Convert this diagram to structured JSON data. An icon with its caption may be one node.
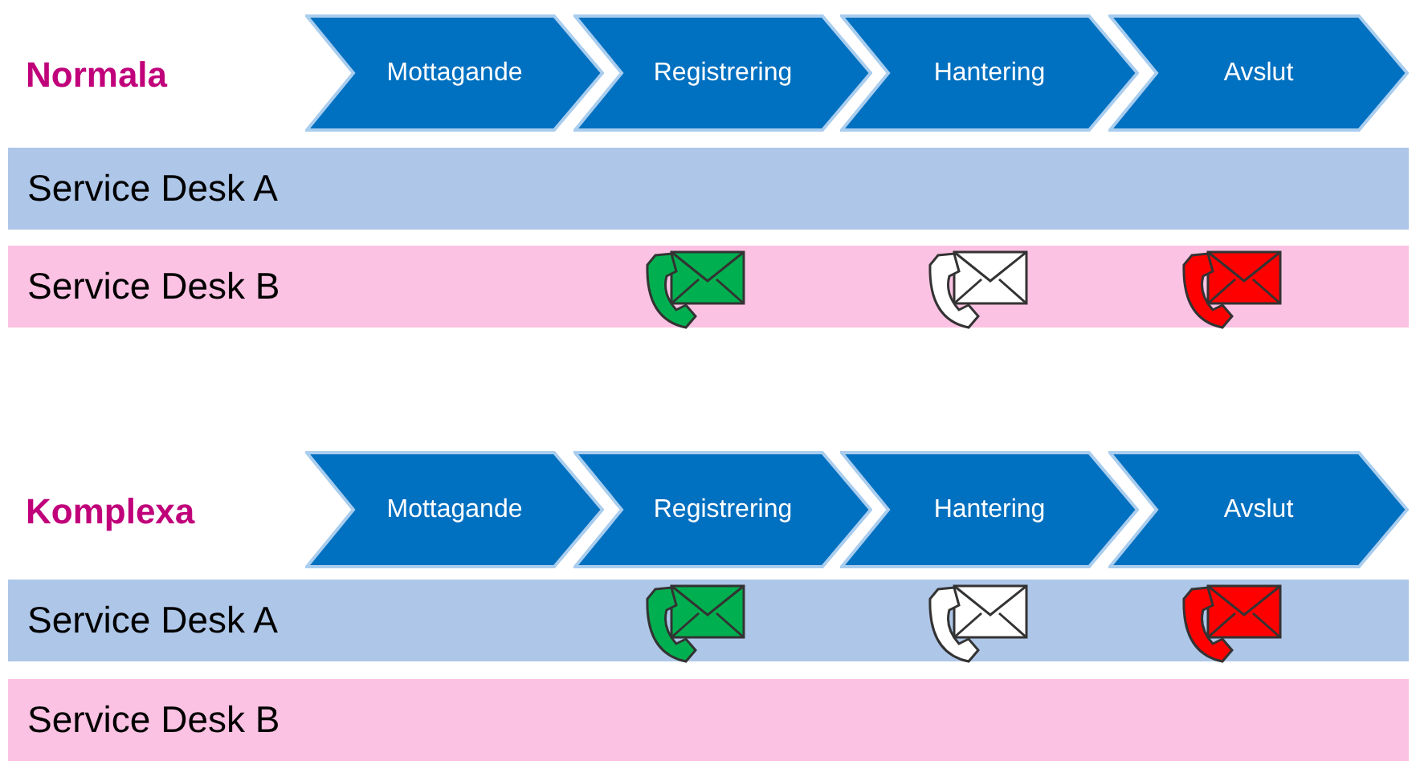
{
  "diagram": {
    "nodes": [
      {
        "text": [
          "Mottagande"
        ]
      },
      {
        "text": [
          "Registrering"
        ]
      },
      {
        "text": [
          "Hantering"
        ]
      },
      {
        "text": [
          "Avslut"
        ]
      },
      {
        "text": [
          "Service Desk A"
        ]
      },
      {
        "text": [
          "Service Desk B"
        ]
      },
      {
        "text": [
          "Mottagande"
        ]
      },
      {
        "text": [
          "Registrering"
        ]
      },
      {
        "text": [
          "Hantering"
        ]
      },
      {
        "text": [
          "Avslut"
        ]
      },
      {
        "text": [
          "Service Desk A"
        ]
      },
      {
        "text": [
          "Service Desk B"
        ]
      }
    ],
    "labels": [
      "Normala",
      "Komplexa"
    ]
  }
}
